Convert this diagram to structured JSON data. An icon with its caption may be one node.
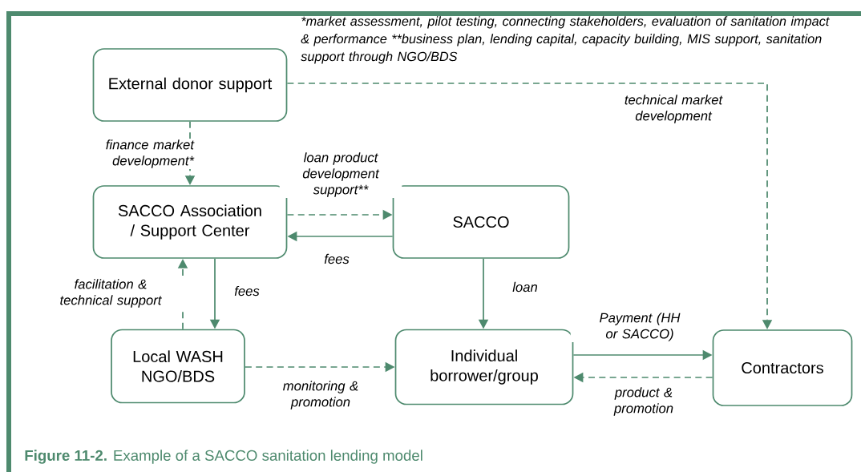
{
  "diagram": {
    "caption": "**Figure 11-2.** Example of a SACCO sanitation lending model",
    "nodes": [
      {
        "text": [
          "External donor support"
        ]
      },
      {
        "text": [
          "SACCO Association / Support Center"
        ]
      },
      {
        "text": [
          "SACCO"
        ]
      },
      {
        "text": [
          "Local WASH NGO/BDS"
        ]
      },
      {
        "text": [
          "Individual borrower/group"
        ]
      },
      {
        "text": [
          "Contractors"
        ]
      }
    ],
    "edges": [
      {
        "from": 0,
        "to": 1,
        "arrow": "to",
        "style": "dashed",
        "label": "finance market development*"
      },
      {
        "from": 1,
        "to": 2,
        "arrow": "to",
        "style": "dashed",
        "label": "loan product development support**"
      },
      {
        "from": 2,
        "to": 1,
        "arrow": "to",
        "label": "fees"
      },
      {
        "from": 1,
        "to": 3,
        "arrow": "to",
        "label": "fees"
      },
      {
        "from": 3,
        "to": 1,
        "arrow": "to",
        "style": "dashed",
        "label": "facilitation & technical support"
      },
      {
        "from": 2,
        "to": 4,
        "arrow": "to",
        "label": "loan"
      },
      {
        "from": 0,
        "to": 5,
        "arrow": "to",
        "style": "dashed",
        "label": "technical market development"
      },
      {
        "from": 4,
        "to": 5,
        "arrow": "to",
        "label": "Payment (HH or SACCO)"
      },
      {
        "from": 5,
        "to": 4,
        "arrow": "to",
        "style": "dashed",
        "label": "product & promotion"
      },
      {
        "from": 3,
        "to": 4,
        "arrow": "to",
        "style": "dashed",
        "label": "monitoring & promotion"
      }
    ],
    "labels": [
      "*market assessment, pilot testing, connecting stakeholders, evaluation of sanitation impact & performance **business plan, lending capital, capacity building, MIS support, sanitation support through NGO/BDS"
    ]
  }
}
